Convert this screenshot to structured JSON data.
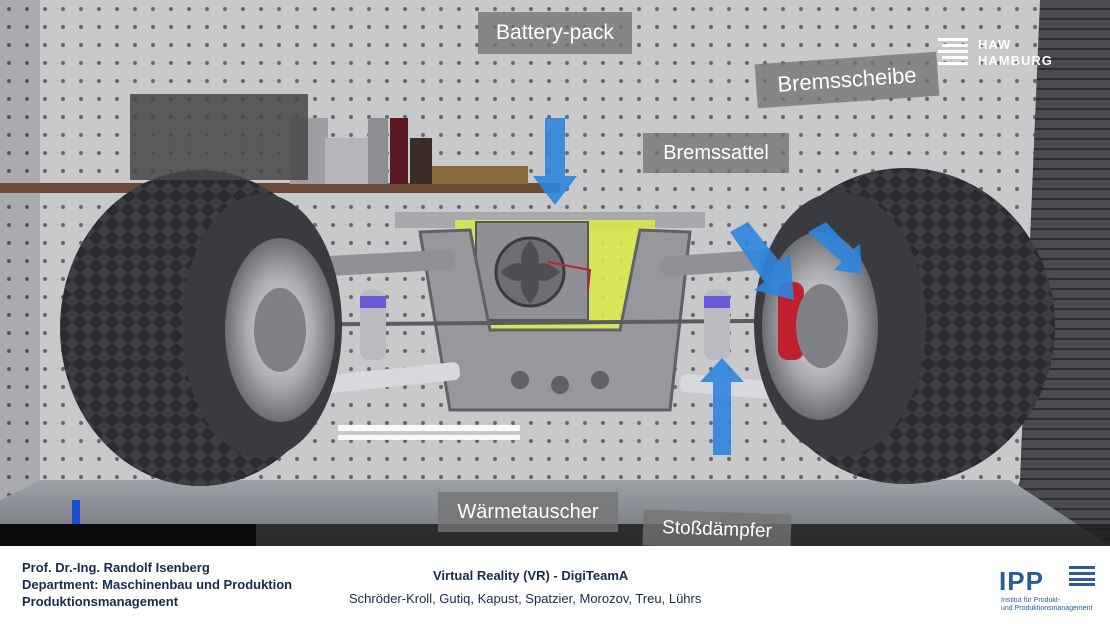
{
  "scene": {
    "labels": {
      "battery_pack": "Battery-pack",
      "bremsscheibe": "Bremsscheibe",
      "bremssattel": "Bremssattel",
      "waermetauscher": "Wärmetauscher",
      "stossdaempfer": "Stoßdämpfer"
    },
    "haw_logo": {
      "line1": "HAW",
      "line2": "HAMBURG"
    }
  },
  "footer": {
    "presenter": "Prof. Dr.-Ing. Randolf Isenberg",
    "department": "Department: Maschinenbau und Produktion",
    "division": "Produktionsmanagement",
    "title": "Virtual Reality (VR) - DigiTeamA",
    "authors": "Schröder-Kroll, Gutiq, Kapust, Spatzier, Morozov, Treu, Lührs",
    "ipp_logo": {
      "abbr": "IPP",
      "line1": "Institut für Produkt-",
      "line2": "und Produktionsmanagement"
    }
  },
  "colors": {
    "label_bg": "#737373",
    "arrow": "#2e86de",
    "footer_text": "#1a2b4c",
    "ipp_blue": "#2b5c96",
    "brake_caliper": "#c0202e",
    "battery": "#d8e84a"
  }
}
